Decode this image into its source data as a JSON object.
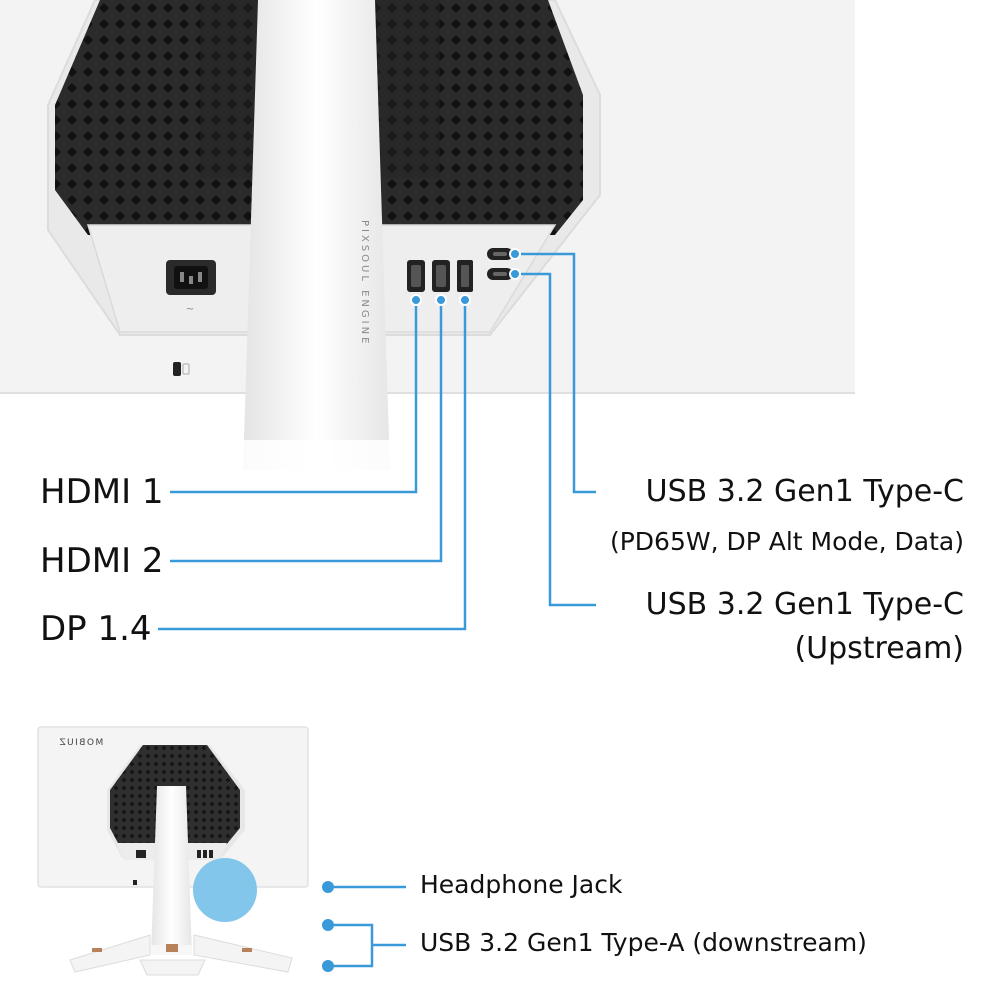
{
  "monitor": {
    "vertical_label": "PIXSOUL ENGINE",
    "brand_small": "MOBIUZ"
  },
  "ports_left": [
    {
      "label": "HDMI 1"
    },
    {
      "label": "HDMI 2"
    },
    {
      "label": "DP 1.4"
    }
  ],
  "ports_right": [
    {
      "label": "USB 3.2 Gen1 Type-C",
      "sub": "(PD65W, DP Alt Mode, Data)"
    },
    {
      "label": "USB 3.2 Gen1 Type-C",
      "sub": "(Upstream)"
    }
  ],
  "side_ports": [
    {
      "label": "Headphone Jack"
    },
    {
      "label": "USB 3.2 Gen1 Type-A (downstream)"
    }
  ],
  "colors": {
    "callout_line": "#3a9ad9",
    "highlight_circle": "#7cc3ea",
    "monitor_body": "#f3f3f3",
    "vent_panel": "#2b2b2b",
    "port_panel": "#eeeeee"
  },
  "icons": [
    "power-socket-icon",
    "hdmi-port-icon",
    "displayport-icon",
    "usb-c-port-icon",
    "kensington-lock-icon"
  ]
}
